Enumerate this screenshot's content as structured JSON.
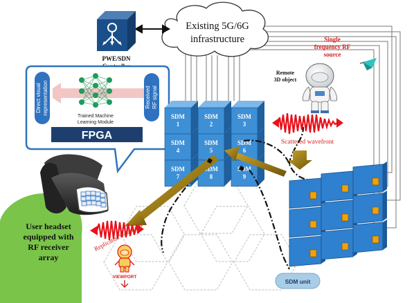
{
  "labels": {
    "cloud": [
      "Existing 5G/6G",
      "infrastructure"
    ],
    "controller": [
      "PWE/SDN",
      "Controller"
    ],
    "rf_source": [
      "Single",
      "frequency RF",
      "source"
    ],
    "remote_object": [
      "Remote",
      "3D object"
    ],
    "scattered": "Scattered wavefront",
    "ml_left": [
      "Direct visual",
      "representation"
    ],
    "ml_right": [
      "Received",
      "RF signal"
    ],
    "ml_caption": [
      "Trained Machine",
      "Learning Module"
    ],
    "fpga": "FPGA",
    "user_headset": [
      "User headset",
      "equipped with",
      "RF receiver",
      "array"
    ],
    "replicated": "Replicated wavefront",
    "viewport": "VIEWPORT",
    "sdm_unit": "SDM unit",
    "sdm_prefix": "SDM",
    "sdm_numbers": [
      "1",
      "2",
      "3",
      "4",
      "5",
      "6",
      "7",
      "8",
      "9"
    ]
  },
  "colors": {
    "sdm_blue": "#3d8fd6",
    "controller_blue": "#1b4f8a",
    "wave_red": "#e8101a",
    "label_red": "#d42020",
    "panel_blue": "#2e72c0",
    "sdm_unit_fill": "#a9cde6",
    "arrow_gold": "#9a7a10",
    "green": "#7ac44a"
  }
}
